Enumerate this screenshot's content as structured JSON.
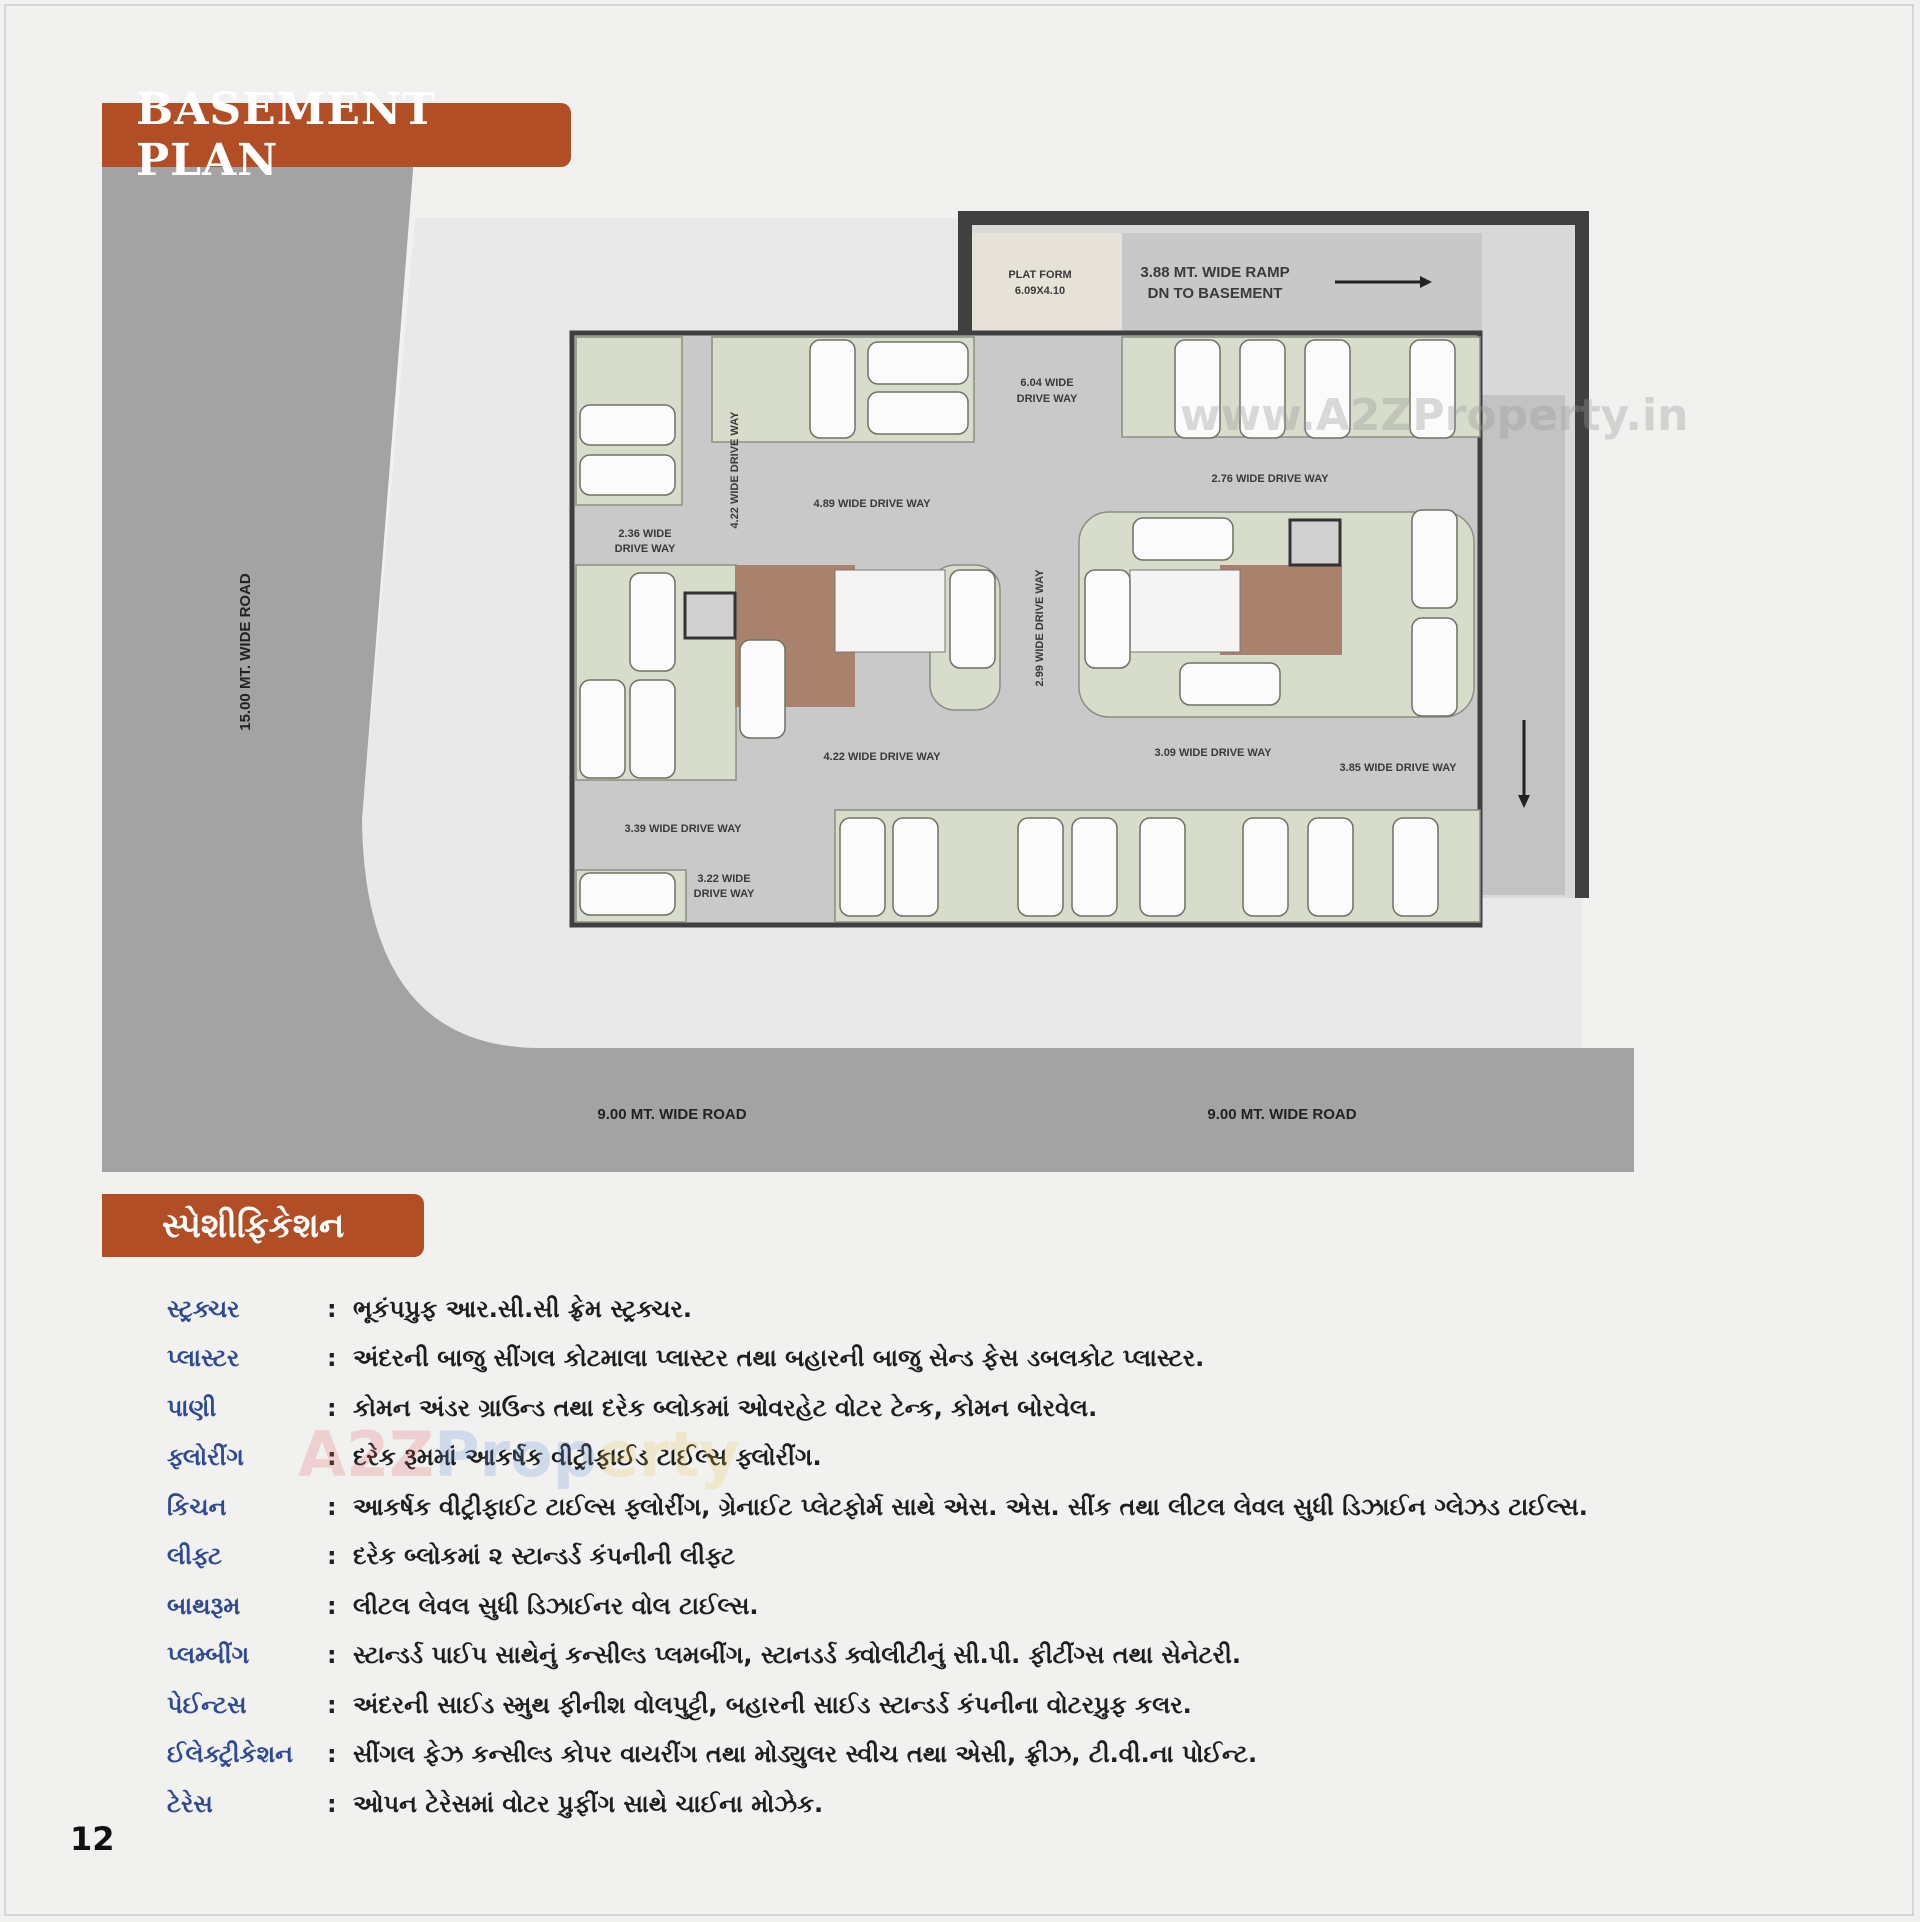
{
  "plan": {
    "title": "BASEMENT PLAN",
    "labels": {
      "platform": "PLAT FORM",
      "platform_size": "6.09X4.10",
      "ramp_line1": "3.88 MT. WIDE RAMP",
      "ramp_line2": "DN TO BASEMENT",
      "drive_604_a": "6.04 WIDE",
      "drive_604_b": "DRIVE WAY",
      "drive_422_v": "4.22 WIDE DRIVE WAY",
      "drive_489": "4.89 WIDE DRIVE WAY",
      "drive_276": "2.76 WIDE DRIVE WAY",
      "drive_236_a": "2.36 WIDE",
      "drive_236_b": "DRIVE WAY",
      "drive_299_v": "2.99 WIDE DRIVE WAY",
      "drive_422_h": "4.22 WIDE DRIVE WAY",
      "drive_309": "3.09 WIDE DRIVE WAY",
      "drive_385": "3.85 WIDE DRIVE WAY",
      "drive_339": "3.39 WIDE DRIVE WAY",
      "drive_322_a": "3.22 WIDE",
      "drive_322_b": "DRIVE WAY",
      "road_15": "15.00 MT. WIDE ROAD",
      "road_9_left": "9.00 MT. WIDE ROAD",
      "road_9_right": "9.00 MT. WIDE ROAD"
    },
    "watermark": "www.A2ZProperty.in"
  },
  "spec": {
    "title": "સ્પેશીફિકેશન",
    "items": [
      {
        "label": "સ્ટ્રક્ચર",
        "value": "ભૂકંપપ્રુફ આર.સી.સી ફ્રેમ સ્ટ્રક્ચર."
      },
      {
        "label": "પ્લાસ્ટર",
        "value": "અંદરની બાજુ સીંગલ કોટમાલા પ્લાસ્ટર તથા બહારની બાજુ સેન્ડ ફેસ ડબલકોટ પ્લાસ્ટર."
      },
      {
        "label": "પાણી",
        "value": "કોમન અંડર ગ્રાઉન્ડ તથા દરેક બ્લોકમાં ઓવરહેટ વોટર ટેન્ક, કોમન બોરવેલ."
      },
      {
        "label": "ફ્લોરીંગ",
        "value": "દરેક રૂમમાં આકર્ષક વીટ્રીફાઈડ ટાઈલ્સ ફ્લોરીંગ."
      },
      {
        "label": "કિચન",
        "value": "આકર્ષક વીટ્રીફાઈટ ટાઈલ્સ ફ્લોરીંગ, ગ્રેનાઈટ પ્લેટફોર્મ સાથે એસ. એસ. સીંક તથા લીટલ લેવલ સુધી ડિઝાઈન ગ્લેઝડ ટાઈલ્સ."
      },
      {
        "label": "લીફ્ટ",
        "value": "દરેક બ્લોકમાં ૨ સ્ટાન્ડર્ડ કંપનીની લીફ્ટ"
      },
      {
        "label": "બાથરૂમ",
        "value": "લીટલ લેવલ સુધી ડિઝાઈનર વોલ ટાઈલ્સ."
      },
      {
        "label": "પ્લમ્બીંગ",
        "value": "સ્ટાન્ડર્ડ પાઈપ સાથેનું કન્સીલ્ડ પ્લમબીંગ, સ્ટાનડર્ડ ક્વોલીટીનું સી.પી. ફીટીંગ્સ તથા સેનેટરી."
      },
      {
        "label": "પેઈન્ટસ",
        "value": "અંદરની સાઈડ સ્મુથ ફીનીશ વોલપુટ્ટી, બહારની સાઈડ સ્ટાન્ડર્ડ કંપનીના વોટરપ્રુફ કલર."
      },
      {
        "label": "ઈલેક્ટ્રીકેશન",
        "value": "સીંગલ ફેઝ કન્સીલ્ડ કોપર વાયરીંગ તથા મોડ્યુલર સ્વીચ તથા એસી, ફ્રીઝ, ટી.વી.ના પોઈન્ટ."
      },
      {
        "label": "ટેરેસ",
        "value": "ઓપન ટેરેસમાં વોટર પ્રુફીંગ સાથે ચાઈના મોઝેક."
      }
    ],
    "separator": ":",
    "watermark": {
      "a": "A2Z",
      "b": "Prop",
      "c": "erty"
    }
  },
  "page_number": "12"
}
